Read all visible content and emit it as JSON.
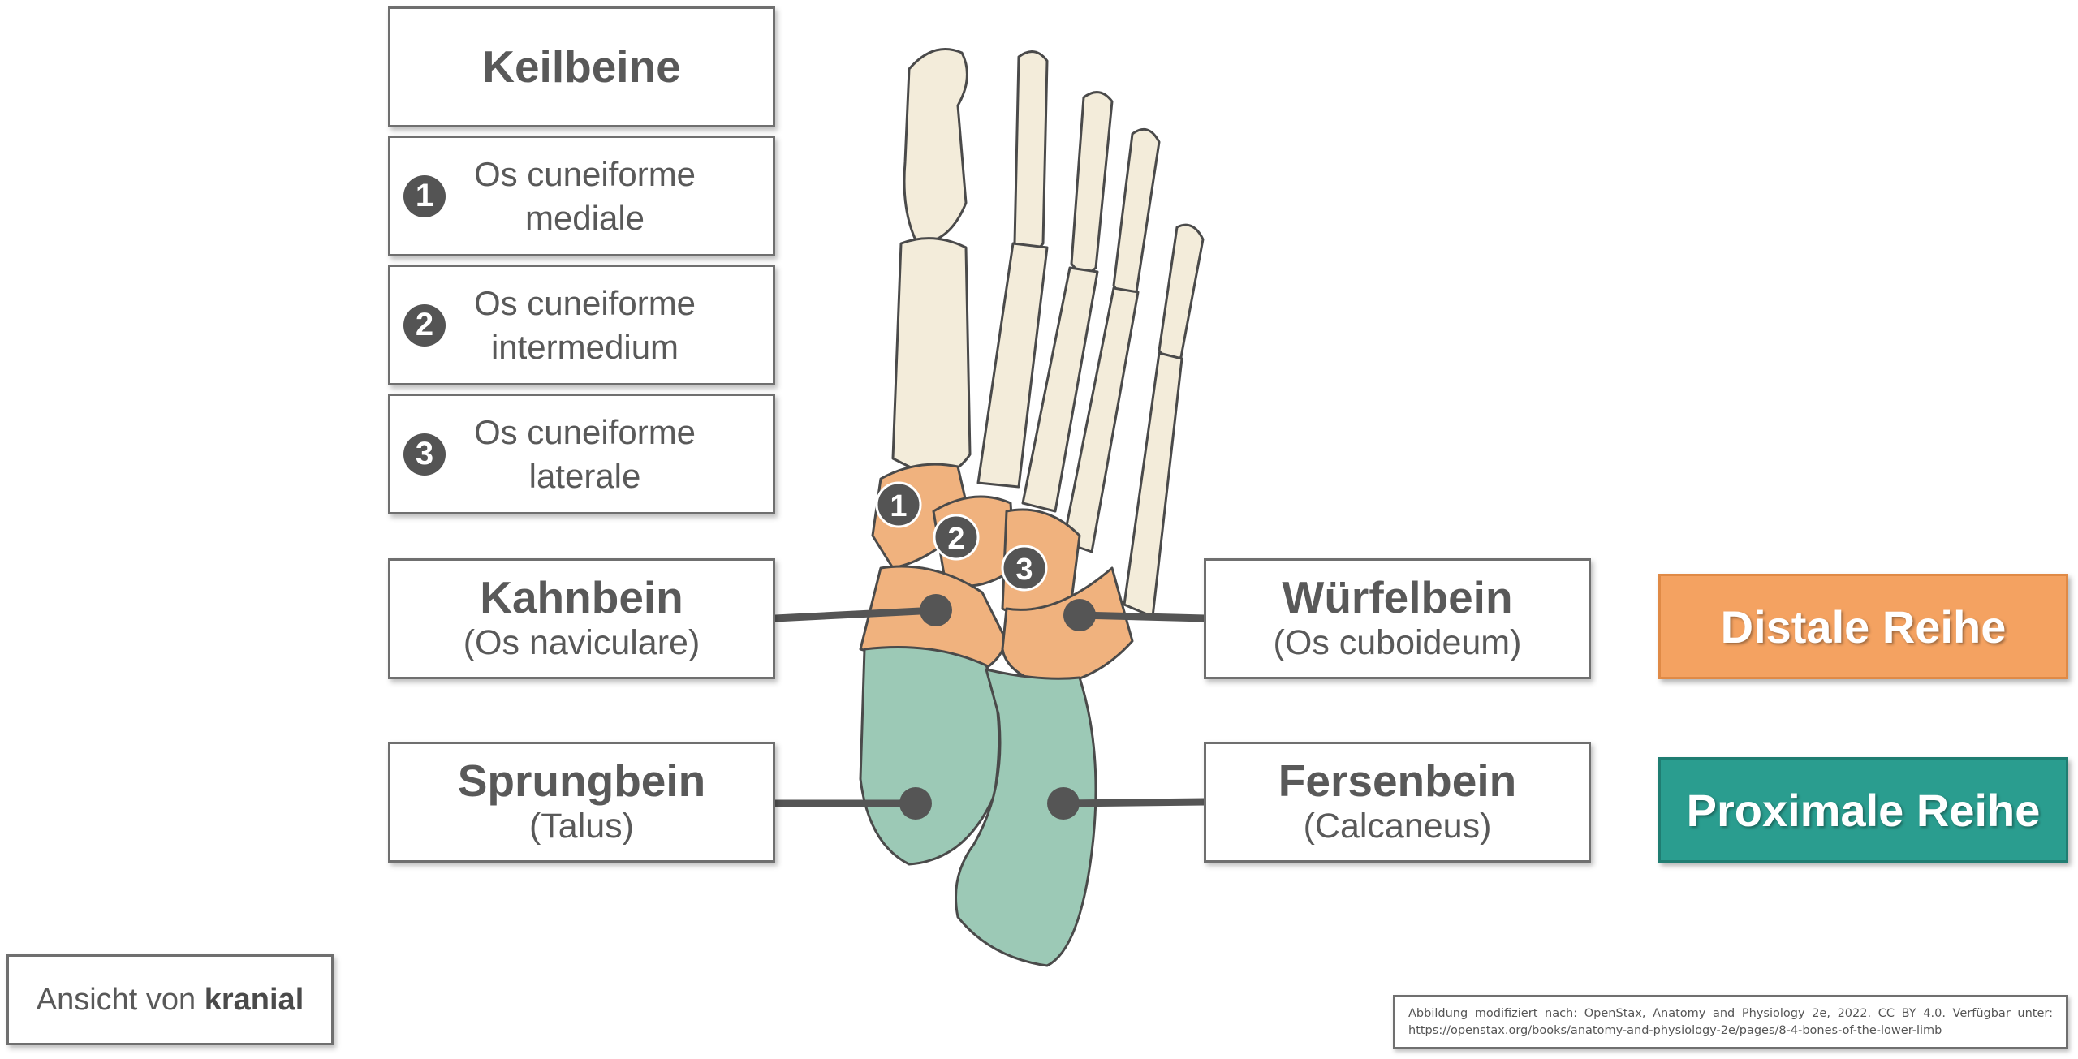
{
  "keilbeine": {
    "title": "Keilbeine",
    "items": [
      {
        "num": "1",
        "line1": "Os cuneiforme",
        "line2": "mediale"
      },
      {
        "num": "2",
        "line1": "Os cuneiforme",
        "line2": "intermedium"
      },
      {
        "num": "3",
        "line1": "Os cuneiforme",
        "line2": "laterale"
      }
    ]
  },
  "labels": {
    "kahnbein": {
      "title": "Kahnbein",
      "sub": "(Os naviculare)"
    },
    "sprungbein": {
      "title": "Sprungbein",
      "sub": "(Talus)"
    },
    "wuerfelbein": {
      "title": "Würfelbein",
      "sub": "(Os cuboideum)"
    },
    "fersenbein": {
      "title": "Fersenbein",
      "sub": "(Calcaneus)"
    }
  },
  "rows": {
    "distal": {
      "label": "Distale Reihe",
      "color": "#f4a261"
    },
    "proximal": {
      "label": "Proximale Reihe",
      "color": "#2a9d8f"
    }
  },
  "view": {
    "prefix": "Ansicht von ",
    "bold": "kranial"
  },
  "credit": {
    "text": "Abbildung modifiziert nach: OpenStax, Anatomy and Physiology 2e, 2022. CC BY 4.0. Verfügbar unter: https://openstax.org/books/anatomy-and-physiology-2e/pages/8-4-bones-of-the-lower-limb"
  },
  "colors": {
    "bone": "#f3ecda",
    "distal_bone": "#f0b27e",
    "proximal_bone": "#9cc9b6",
    "line": "#555555"
  }
}
